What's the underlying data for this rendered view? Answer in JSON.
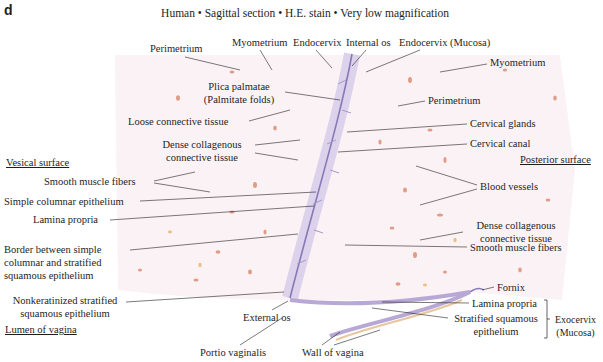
{
  "diagram": {
    "title": "Human • Sagittal section • H.E. stain • Very low magnification",
    "labels": [
      "d",
      "Perimetrium",
      "Myometrium",
      "Endocervix",
      "Internal os",
      "Endocervix (Mucosa)",
      "Myometrium",
      "Plica palmatae (Palmitate folds)",
      "Perimetrium",
      "Loose connective tissue",
      "Cervical glands",
      "Dense collagenous connective tissue",
      "Cervical canal",
      "Vesical surface",
      "Posterior surface",
      "Smooth muscle fibers",
      "Blood vessels",
      "Simple columnar epithelium",
      "Lamina propria",
      "Dense collagenous connective tissue",
      "Border between simple columnar and stratified squamous epithelium",
      "Smooth muscle fibers",
      "Fornix",
      "Nonkeratinized stratified squamous epithelium",
      "Lamina propria",
      "External os",
      "Stratified squamous epithelium",
      "Exocervix (Mucosa)",
      "Lumen of vagina",
      "Portio vaginalis",
      "Wall of vagina"
    ]
  }
}
